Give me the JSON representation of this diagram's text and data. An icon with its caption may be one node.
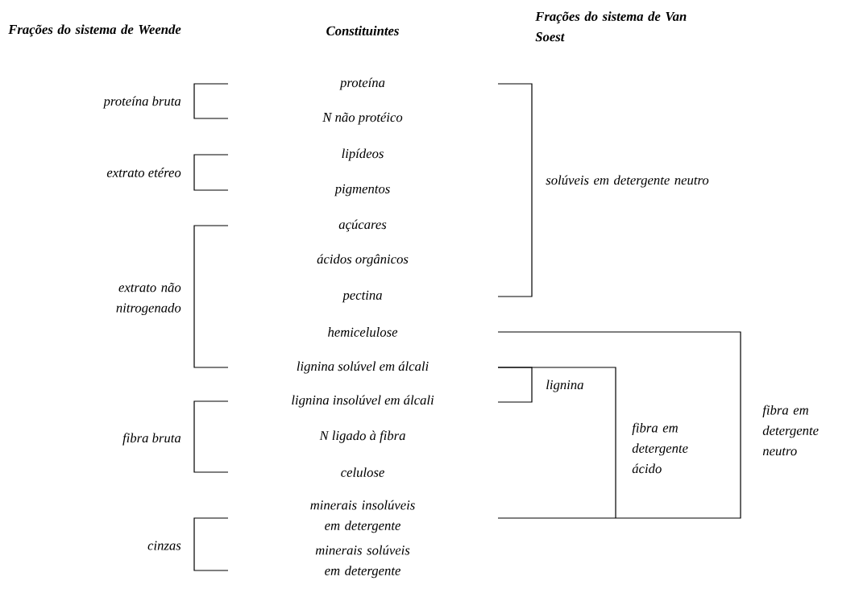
{
  "diagram": {
    "labels": [
      "Frações do sistema de Weende",
      "Constituintes",
      "Frações do sistema de Van Soest",
      "proteína bruta",
      "proteína",
      "N não protéico",
      "extrato etéreo",
      "lipídeos",
      "pigmentos",
      "solúveis em detergente neutro",
      "açúcares",
      "ácidos orgânicos",
      "extrato não nitrogenado",
      "pectina",
      "hemicelulose",
      "lignina solúvel em álcali",
      "lignina",
      "lignina insolúvel em álcali",
      "fibra bruta",
      "N ligado à fibra",
      "fibra em detergente ácido",
      "fibra em detergente neutro",
      "celulose",
      "minerais insolúveis em detergente",
      "cinzas",
      "minerais solúveis em detergente"
    ]
  }
}
